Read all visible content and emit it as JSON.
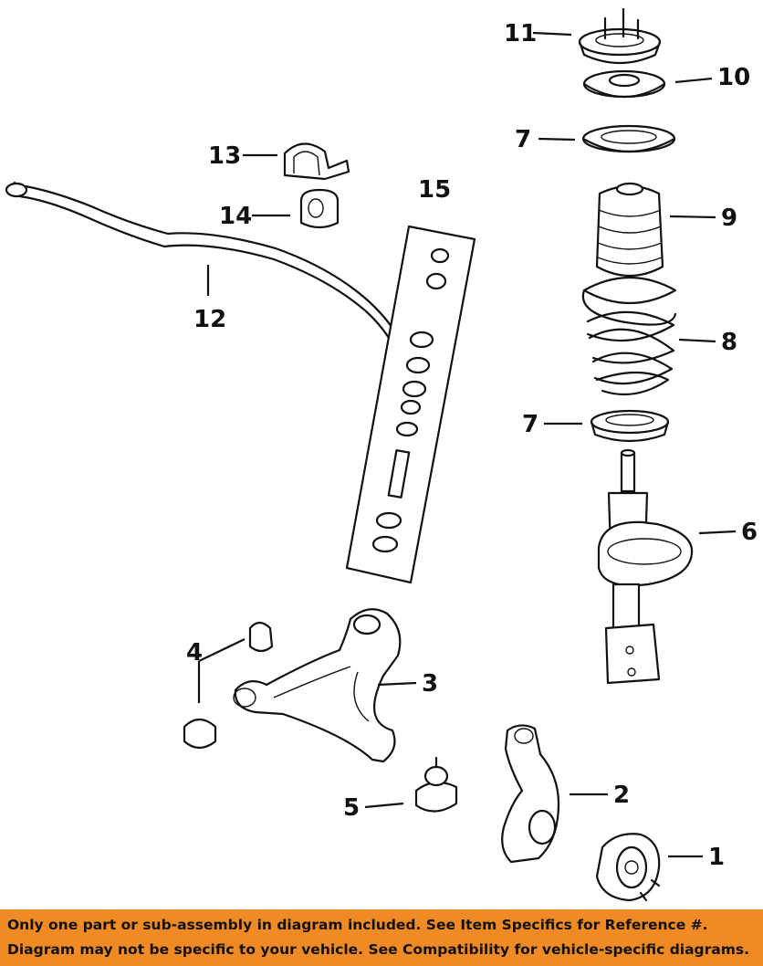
{
  "callouts": {
    "c1": "1",
    "c2": "2",
    "c3": "3",
    "c4": "4",
    "c5": "5",
    "c6": "6",
    "c7a": "7",
    "c7b": "7",
    "c8": "8",
    "c9": "9",
    "c10": "10",
    "c11": "11",
    "c12": "12",
    "c13": "13",
    "c14": "14",
    "c15": "15"
  },
  "footer": {
    "line1": "Only one part or sub-assembly in diagram included. See Item Specifics for Reference #.",
    "line2": "Diagram may not be specific to your vehicle. See Compatibility for vehicle-specific diagrams."
  },
  "colors": {
    "footer_bg": "#f08a24",
    "ink": "#111111"
  }
}
